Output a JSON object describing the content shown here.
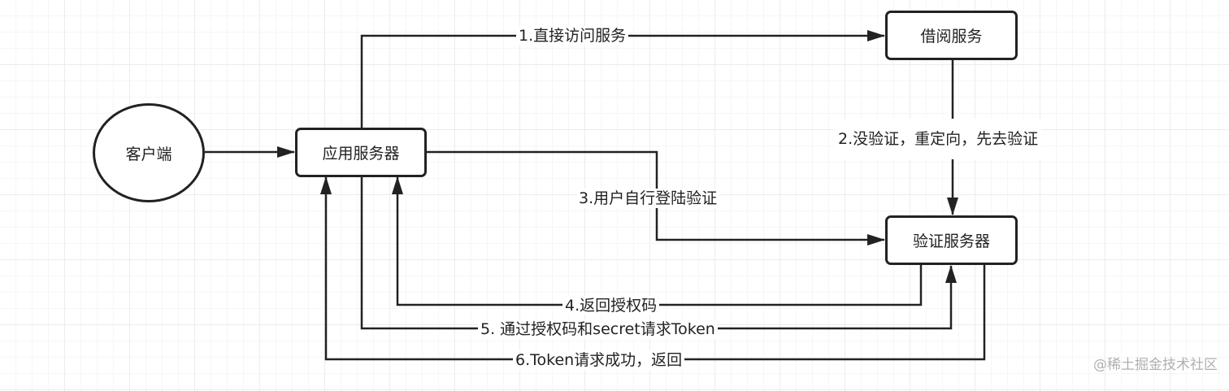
{
  "nodes": {
    "client": "客户端",
    "app_server": "应用服务器",
    "borrow_service": "借阅服务",
    "auth_server": "验证服务器"
  },
  "edges": {
    "step1": "1.直接访问服务",
    "step2": "2.没验证，重定向，先去验证",
    "step3": "3.用户自行登陆验证",
    "step4": "4.返回授权码",
    "step5": "5. 通过授权码和secret请求Token",
    "step6": "6.Token请求成功，返回"
  },
  "watermark": "@稀土掘金技术社区"
}
